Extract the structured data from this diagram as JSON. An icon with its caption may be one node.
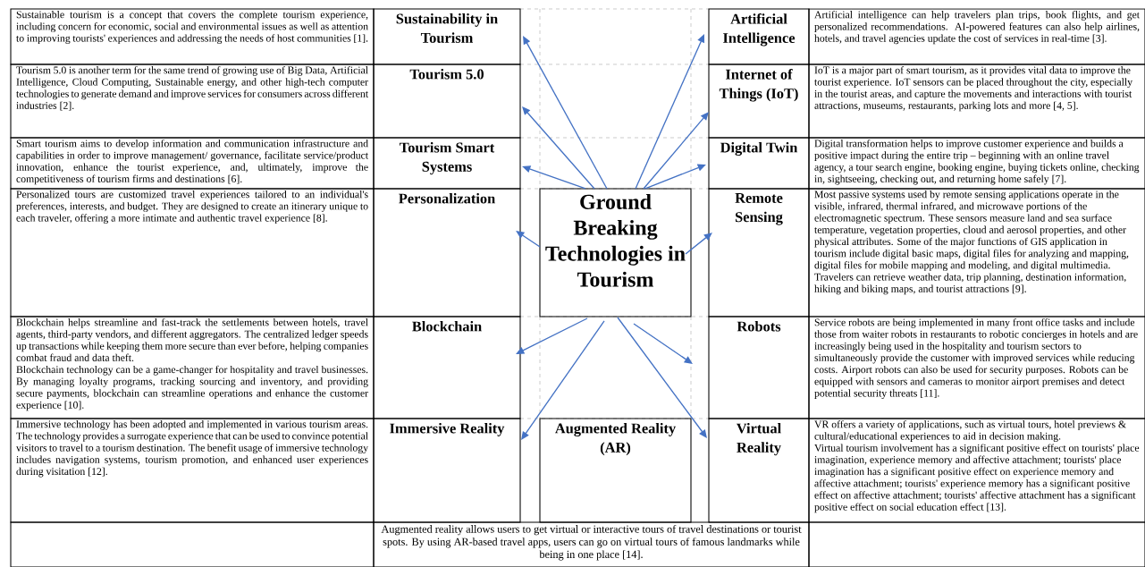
{
  "diagram": {
    "nodes": [
      {
        "text": [
          "Sustainable tourism is a concept that covers the complete tourism experience, including concern for economic, social and environmental issues as well as attention to improving tourists' experiences and addressing the needs of host communities [1]."
        ]
      },
      {
        "text": [
          "Sustainability in Tourism"
        ]
      },
      {
        "text": [
          "Artificial Intelligence"
        ]
      },
      {
        "text": [
          "Artificial intelligence can help travelers plan trips, book flights, and get personalized recommendations. AI-powered features can also help airlines, hotels, and travel agencies update the cost of services in real-time [3]."
        ]
      },
      {
        "text": [
          "Tourism 5.0 is another term for the same trend of growing use of Big Data, Artificial Intelligence, Cloud Computing, Sustainable energy, and other high-tech computer technologies to generate demand and improve services for consumers across different industries [2]."
        ]
      },
      {
        "text": [
          "Tourism 5.0"
        ]
      },
      {
        "text": [
          "Internet of Things (IoT)"
        ]
      },
      {
        "text": [
          "IoT is a major part of smart tourism, as it provides vital data to improve the tourist experience. IoT sensors can be placed throughout the city, especially in the tourist areas, and capture the movements and interactions with tourist attractions, museums, restaurants, parking lots and more [4, 5]."
        ]
      },
      {
        "text": [
          "Smart tourism aims to develop information and communication infrastructure and capabilities in order to improve management/ governance, facilitate service/product innovation, enhance the tourist experience, and, ultimately, improve the competitiveness of tourism firms and destinations [6]."
        ]
      },
      {
        "text": [
          "Tourism Smart Systems"
        ]
      },
      {
        "text": [
          "Digital Twin"
        ]
      },
      {
        "text": [
          "Digital transformation helps to improve customer experience and builds a positive impact during the entire trip – beginning with an online travel agency, a tour search engine, booking engine, buying tickets online, checking in, sightseeing, checking out, and returning home safely [7]."
        ]
      },
      {
        "text": [
          "Personalized tours are customized travel experiences tailored to an individual's preferences, interests, and budget. They are designed to create an itinerary unique to each traveler, offering a more intimate and authentic travel experience [8]."
        ]
      },
      {
        "text": [
          "Personalization"
        ]
      },
      {
        "text": [
          "Ground Breaking Technologies in Tourism"
        ]
      },
      {
        "text": [
          "Remote Sensing"
        ]
      },
      {
        "text": [
          "Most passive systems used by remote sensing applications operate in the visible, infrared, thermal infrared, and microwave portions of the electromagnetic spectrum. These sensors measure land and sea surface temperature, vegetation properties, cloud and aerosol properties, and other physical attributes. Some of the major functions of GIS application in tourism include digital basic maps, digital files for analyzing and mapping, digital files for mobile mapping and modeling, and digital multimedia. Travelers can retrieve weather data, trip planning, destination information, hiking and biking maps, and tourist attractions [9]."
        ]
      },
      {
        "text": [
          "Blockchain helps streamline and fast-track the settlements between hotels, travel agents, third-party vendors, and different aggregators. The centralized ledger speeds up transactions while keeping them more secure than ever before, helping companies combat fraud and data theft.",
          "Blockchain technology can be a game-changer for hospitality and travel businesses. By managing loyalty programs, tracking sourcing and inventory, and providing secure payments, blockchain can streamline operations and enhance the customer experience [10]."
        ]
      },
      {
        "text": [
          "Blockchain"
        ]
      },
      {
        "text": [
          "Robots"
        ]
      },
      {
        "text": [
          "Service robots are being implemented in many front office tasks and include those from waiter robots in restaurants to robotic concierges in hotels and are increasingly being used in the hospitality and tourism sectors to simultaneously provide the customer with improved services while reducing costs. Airport robots can also be used for security purposes. Robots can be equipped with sensors and cameras to monitor airport premises and detect potential security threats [11]."
        ]
      },
      {
        "text": [
          "Immersive technology has been adopted and implemented in various tourism areas. The technology provides a surrogate experience that can be used to convince potential visitors to travel to a tourism destination. The benefit usage of immersive technology includes navigation systems, tourism promotion, and enhanced user experiences during visitation [12]."
        ]
      },
      {
        "text": [
          "Immersive Reality"
        ]
      },
      {
        "text": [
          "Augmented Reality (AR)"
        ]
      },
      {
        "text": [
          "Virtual Reality"
        ]
      },
      {
        "text": [
          "VR offers a variety of applications, such as virtual tours, hotel previews & cultural/educational experiences to aid in decision making.",
          "Virtual tourism involvement has a significant positive effect on tourists' place imagination, experience memory and affective attachment; tourists' place imagination has a significant positive effect on experience memory and affective attachment; tourists' experience memory has a significant positive effect on affective attachment; tourists' affective attachment has a significant positive effect on social education effect [13]."
        ]
      },
      {
        "text": [
          "Augmented reality allows users to get virtual or interactive tours of travel destinations or tourist spots. By using AR-based travel apps, users can go on virtual tours of famous landmarks while being in one place [14]."
        ]
      }
    ],
    "edges": [
      {
        "from": 14,
        "to": 1,
        "arrow": "to"
      },
      {
        "from": 14,
        "to": 5,
        "arrow": "to"
      },
      {
        "from": 14,
        "to": 9,
        "arrow": "to"
      },
      {
        "from": 14,
        "to": 13,
        "arrow": "to"
      },
      {
        "from": 14,
        "to": 18,
        "arrow": "to"
      },
      {
        "from": 14,
        "to": 22,
        "arrow": "to"
      },
      {
        "from": 14,
        "to": 2,
        "arrow": "to"
      },
      {
        "from": 14,
        "to": 6,
        "arrow": "to"
      },
      {
        "from": 14,
        "to": 10,
        "arrow": "to"
      },
      {
        "from": 14,
        "to": 15,
        "arrow": "to"
      },
      {
        "from": 14,
        "to": 19,
        "arrow": "to"
      },
      {
        "from": 14,
        "to": 24,
        "arrow": "to"
      }
    ]
  }
}
